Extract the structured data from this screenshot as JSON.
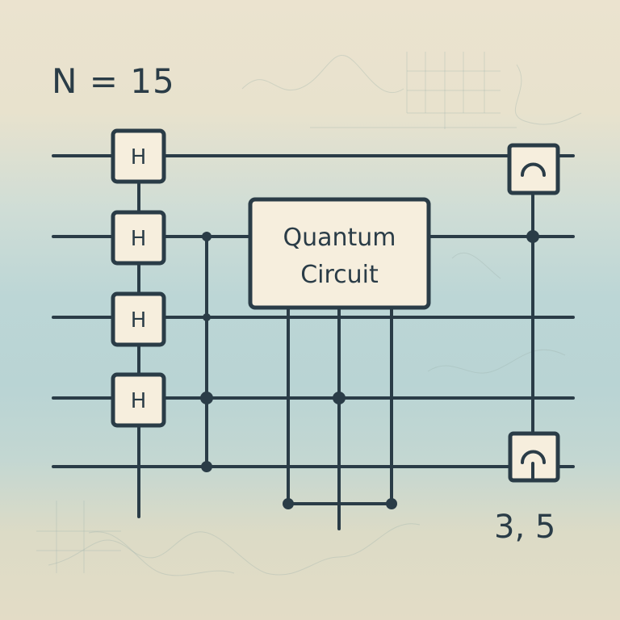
{
  "title": "N = 15",
  "result": "3, 5",
  "circuit": {
    "qubit_count": 5,
    "hadamard_gates": [
      {
        "label": "H",
        "qubit": 1
      },
      {
        "label": "H",
        "qubit": 2
      },
      {
        "label": "H",
        "qubit": 3
      },
      {
        "label": "H",
        "qubit": 4
      }
    ],
    "block": {
      "line1": "Quantum",
      "line2": "Circuit"
    },
    "measurements": [
      {
        "name": "measurement-gate-top",
        "qubit": 1
      },
      {
        "name": "measurement-gate-bottom",
        "qubit": 5
      }
    ]
  },
  "colors": {
    "ink": "#2a3c47",
    "gate_fill": "#f6eedd",
    "background_top": "#ebe3cf",
    "background_mid": "#bcd6d6",
    "background_bottom": "#e3dcc6"
  }
}
